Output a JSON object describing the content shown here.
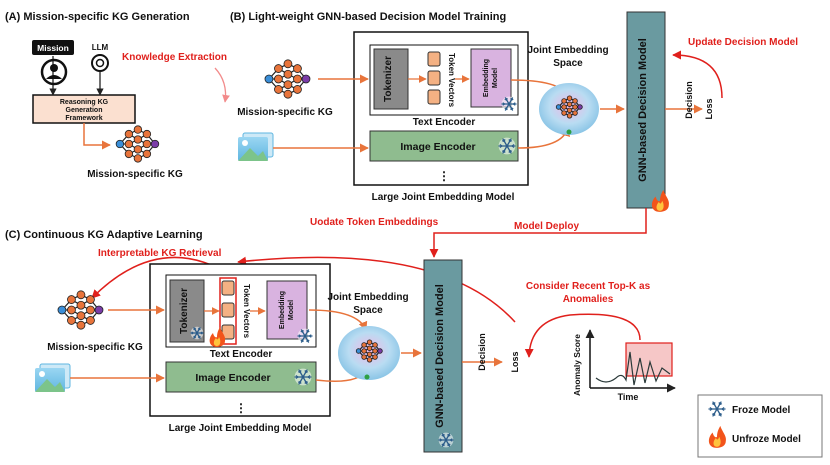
{
  "sectionA": {
    "title": "(A) Mission-specific KG Generation",
    "mission_label": "Mission",
    "llm_label": "LLM",
    "knowledge_extraction": "Knowledge Extraction",
    "framework": [
      "Reasoning KG",
      "Generation",
      "Framework"
    ],
    "kg_label": "Mission-specific KG"
  },
  "sectionB": {
    "title": "(B) Light-weight GNN-based Decision Model Training",
    "kg_label": "Mission-specific KG",
    "tokenizer": "Tokenizer",
    "token_vectors": "Token Vectors",
    "embedding_model": [
      "Embedding",
      "Model"
    ],
    "text_encoder": "Text Encoder",
    "image_encoder": "Image Encoder",
    "ellipsis": "⋮",
    "large_model": "Large Joint Embedding Model",
    "joint_space": [
      "Joint Embedding",
      "Space"
    ],
    "gnn_model": "GNN-based Decision Model",
    "decision": "Decision",
    "loss": "Loss",
    "update": "Update Decision Model",
    "deploy": "Model Deploy"
  },
  "sectionC": {
    "title": "(C) Continuous KG Adaptive Learning",
    "interpretable": "Interpretable KG Retrieval",
    "update_token": "Uodate Token Embeddings",
    "kg_label": "Mission-specific KG",
    "tokenizer": "Tokenizer",
    "token_vectors": "Token Vectors",
    "embedding_model": [
      "Embedding",
      "Model"
    ],
    "text_encoder": "Text Encoder",
    "image_encoder": "Image Encoder",
    "ellipsis": "⋮",
    "large_model": "Large Joint Embedding Model",
    "joint_space": [
      "Joint Embedding",
      "Space"
    ],
    "gnn_model": "GNN-based Decision Model",
    "decision": "Decision",
    "loss": "Loss",
    "anomalies": [
      "Consider Recent Top-K as",
      "Anomalies"
    ],
    "anomaly_score": "Anomaly Score",
    "time": "Time"
  },
  "legend": {
    "froze": "Froze Model",
    "unfroze": "Unfroze Model"
  },
  "colors": {
    "arrow_orange": "#e8743b",
    "arrow_red": "#e0201c",
    "token_orange": "#f4b183",
    "embed_purple": "#d9b3e0",
    "image_green": "#8fbc8f",
    "gnn_teal": "#6a9aa0",
    "framework_peach": "#fbe0d0",
    "space_blue": "#a9d4ea"
  }
}
